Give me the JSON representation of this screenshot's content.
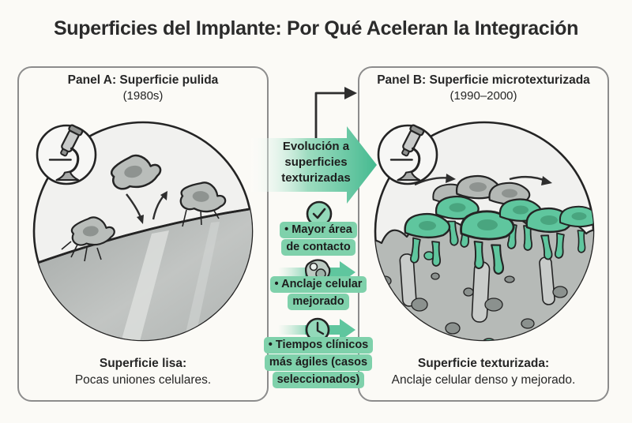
{
  "title": "Superficies del Implante: Por Qué Aceleran la Integración",
  "panel_a": {
    "title": "Panel A: Superficie pulida",
    "subtitle": "(1980s)",
    "caption_bold": "Superficie lisa:",
    "caption_text": "Pocas uniones celulares.",
    "illustration": "smooth polished implant surface with few loosely attached cells, microscope badge"
  },
  "panel_b": {
    "title": "Panel B: Superficie microtexturizada",
    "subtitle": "(1990–2000)",
    "caption_bold": "Superficie texturizada:",
    "caption_text": "Anclaje celular denso y mejorado.",
    "illustration": "rough porous implant surface densely covered by anchored cells, microscope badge"
  },
  "evolution_arrow": {
    "line1": "Evolución a",
    "line2": "superficies",
    "line3": "texturizadas"
  },
  "benefits": [
    {
      "icon": "check-circle-icon",
      "lines": [
        "• Mayor área",
        "de contacto"
      ]
    },
    {
      "icon": "cell-arrow-icon",
      "lines": [
        "• Anclaje celular",
        "mejorado"
      ]
    },
    {
      "icon": "clock-arrow-icon",
      "lines": [
        "• Tiempos clínicos",
        "más ágiles (casos",
        "seleccionados)"
      ]
    }
  ],
  "colors": {
    "background": "#fbfaf6",
    "text": "#262626",
    "panel_border": "#8c8c8c",
    "accent_green": "#4fbe96",
    "highlight_bg": "#7fd1ab",
    "icon_fill": "#93d9ba",
    "cell_green": "#5fc69e",
    "cell_nucleus_green": "#49a57f",
    "cell_gray": "#b9bdba",
    "rock_gray": "#b6bab7",
    "outline": "#242424"
  }
}
